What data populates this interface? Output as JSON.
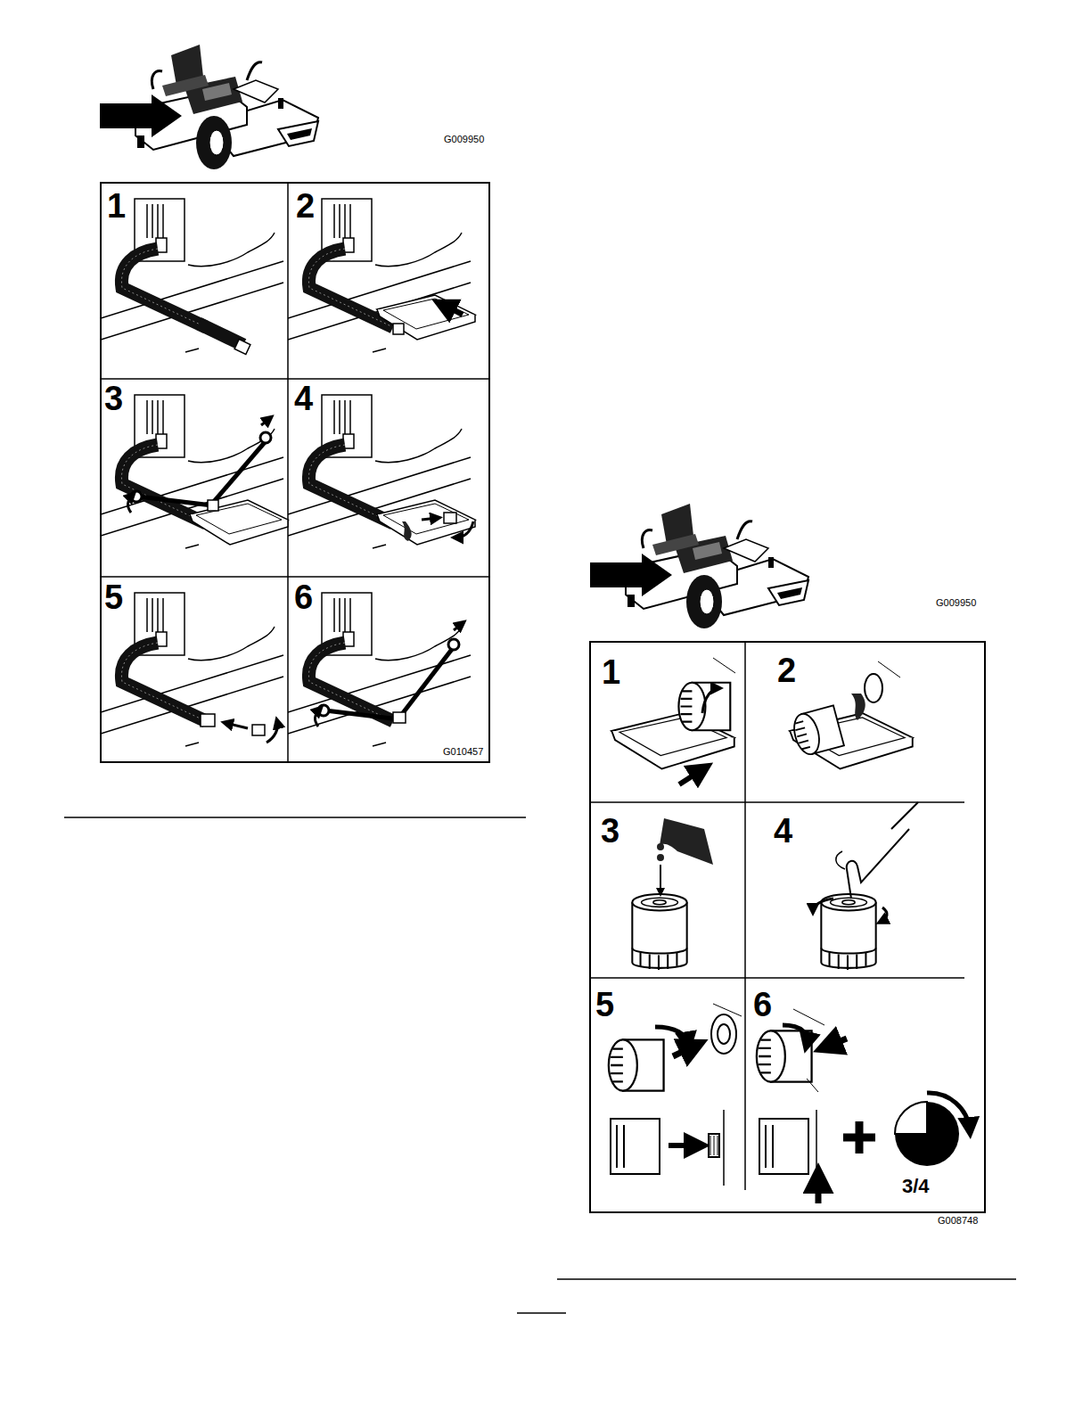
{
  "diagram": {
    "labels": [
      "G009950",
      "1",
      "2",
      "3",
      "4",
      "5",
      "6",
      "G010457",
      "G009950",
      "1",
      "2",
      "3",
      "4",
      "5",
      "6",
      "3/4",
      "G008748"
    ]
  }
}
